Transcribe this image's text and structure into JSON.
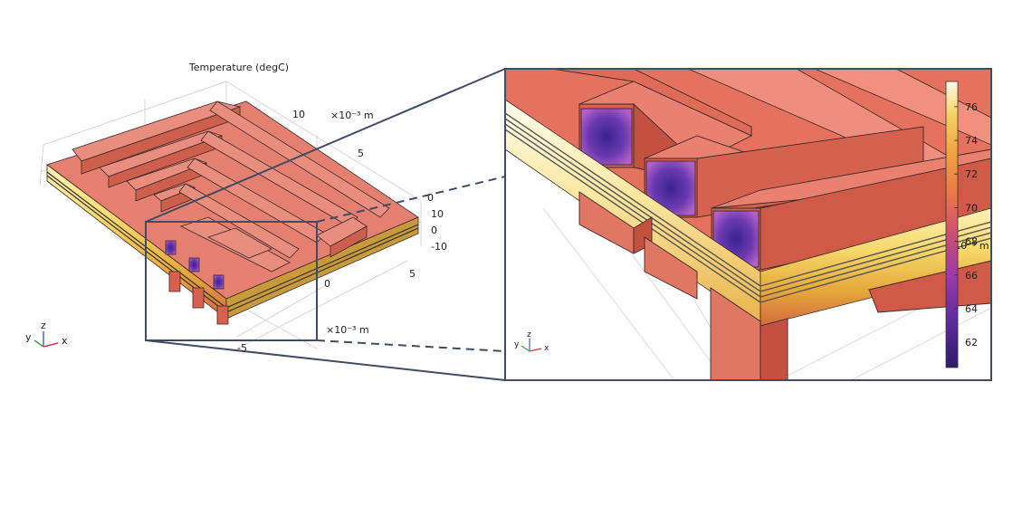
{
  "title": "Temperature (degC)",
  "left_view": {
    "axis_units": [
      "×10⁻³ m",
      "×10⁻³ m"
    ],
    "y_ticks": [
      "10",
      "5"
    ],
    "z_ticks": [
      "0",
      "10",
      "0",
      "-10"
    ],
    "x_ticks": [
      "5",
      "0",
      "-5"
    ],
    "triad": {
      "x": "x",
      "y": "y",
      "z": "z"
    }
  },
  "zoom_view": {
    "axis_unit": "×10⁻³ m",
    "triad": {
      "x": "x",
      "y": "y",
      "z": "z"
    }
  },
  "colorbar": {
    "ticks": [
      "76",
      "74",
      "72",
      "70",
      "68",
      "66",
      "64",
      "62"
    ],
    "min": 60.5,
    "max": 77.5,
    "colors": [
      "#2e1a6e",
      "#5a2a9a",
      "#9b3aa8",
      "#cc5070",
      "#e8764a",
      "#f0a040",
      "#f5d060",
      "#fffbea"
    ]
  },
  "colors": {
    "frame": "#3f4c63",
    "copper_top": "#e87f70",
    "copper_front": "#d9604e",
    "copper_side": "#c4503f",
    "hot_stripe": "#f3d25a",
    "cold_center": "#4b2a9a"
  }
}
